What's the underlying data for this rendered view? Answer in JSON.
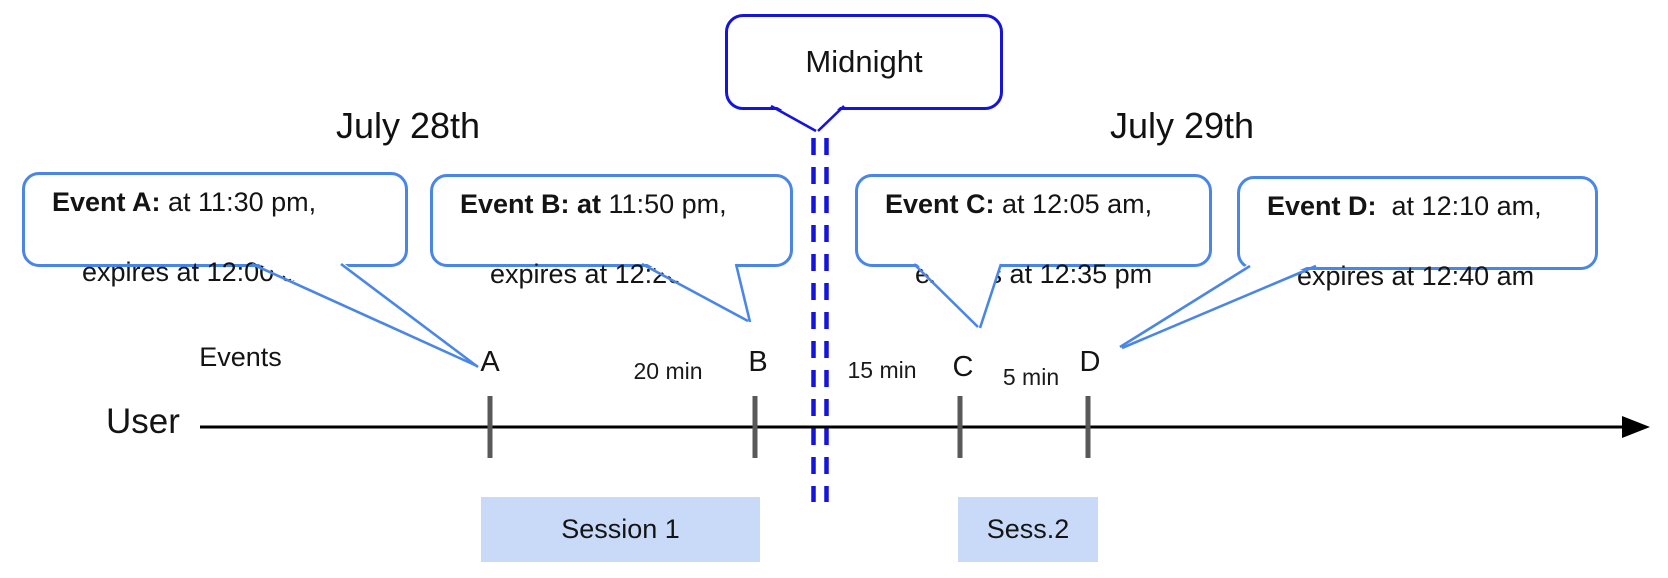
{
  "colors": {
    "event_bubble_border": "#4a86e8",
    "midnight_blue": "#1414dd",
    "session_fill": "#c9daf8",
    "tick_gray": "#595959",
    "timeline_black": "#000000"
  },
  "dates": {
    "left": "July 28th",
    "right": "July 29th"
  },
  "midnight_label": "Midnight",
  "events": [
    {
      "id": "A",
      "bold": "Event A:",
      "rest": " at 11:30 pm,",
      "line2": "expires at 12:00 am"
    },
    {
      "id": "B",
      "bold": "Event B: at",
      "rest": " 11:50 pm,",
      "line2": "expires at 12:20 am"
    },
    {
      "id": "C",
      "bold": "Event C:",
      "rest": " at 12:05 am,",
      "line2": "expires at 12:35 pm"
    },
    {
      "id": "D",
      "bold": "Event D:",
      "rest": "  at 12:10 am,",
      "line2": "expires at 12:40 am"
    }
  ],
  "timeline": {
    "events_label": "Events",
    "user_label": "User",
    "ticks": [
      "A",
      "B",
      "C",
      "D"
    ],
    "gaps": [
      "20 min",
      "15 min",
      "5 min"
    ]
  },
  "sessions": [
    "Session 1",
    "Sess.2"
  ]
}
